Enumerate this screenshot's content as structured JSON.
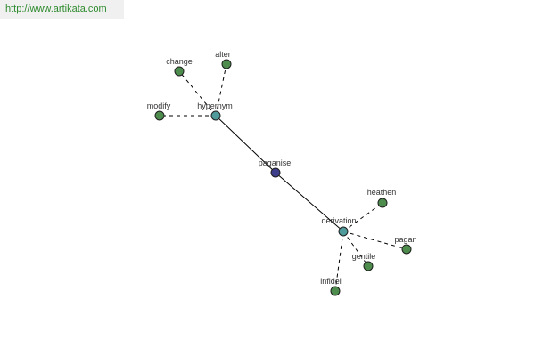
{
  "watermark": "http://www.artikata.com",
  "colors": {
    "center_node": "#3d3d8c",
    "relation_node": "#4f9b9b",
    "word_node": "#4e8c4e",
    "node_stroke": "#1e1e1e",
    "edge": "#000000",
    "watermark_text": "#2d8a2d",
    "watermark_bg": "#f0f0f0"
  },
  "graph": {
    "center": {
      "id": "paganise",
      "label": "paganise",
      "kind": "center"
    },
    "relations": [
      {
        "id": "hypernym",
        "label": "hypernym",
        "kind": "relation"
      },
      {
        "id": "derivation",
        "label": "derivation",
        "kind": "relation"
      }
    ],
    "words": [
      {
        "id": "change",
        "label": "change",
        "relation": "hypernym"
      },
      {
        "id": "alter",
        "label": "alter",
        "relation": "hypernym"
      },
      {
        "id": "modify",
        "label": "modify",
        "relation": "hypernym"
      },
      {
        "id": "heathen",
        "label": "heathen",
        "relation": "derivation"
      },
      {
        "id": "pagan",
        "label": "pagan",
        "relation": "derivation"
      },
      {
        "id": "gentile",
        "label": "gentile",
        "relation": "derivation"
      },
      {
        "id": "infidel",
        "label": "infidel",
        "relation": "derivation"
      }
    ]
  }
}
